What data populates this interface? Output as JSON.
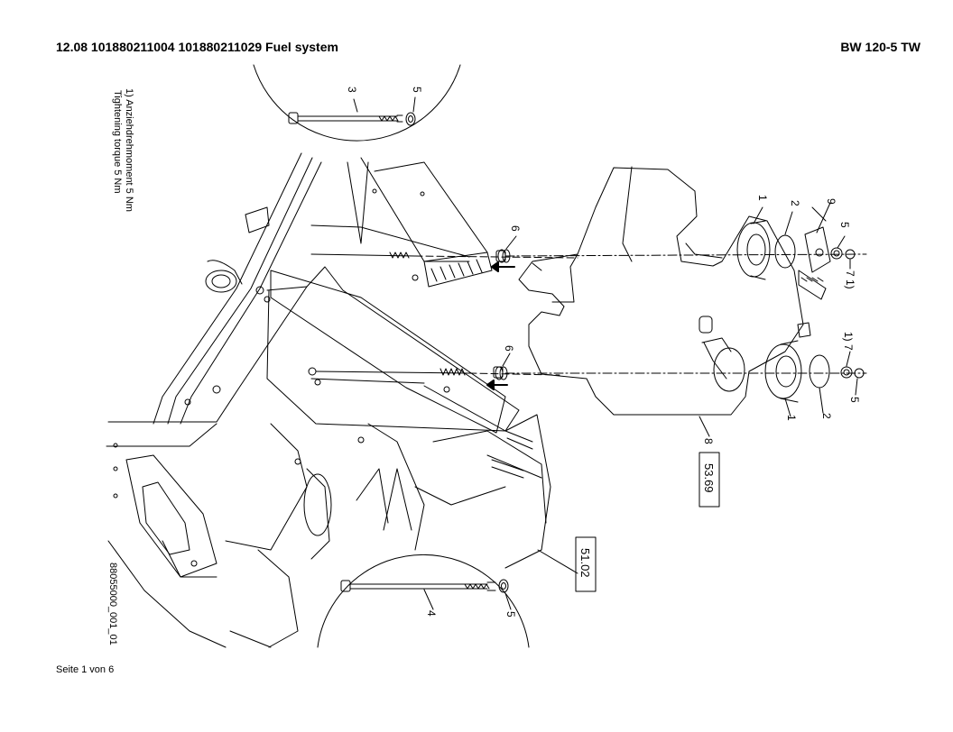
{
  "header": {
    "title": "12.08 101880211004 101880211029 Fuel system",
    "model": "BW 120-5 TW"
  },
  "notes": {
    "line1": "1) Anziehdrehmoment 5 Nm",
    "line2": "Tightening torque 5 Nm"
  },
  "callouts": {
    "c1": "1",
    "c2": "2",
    "c3": "3",
    "c4": "4",
    "c5": "5",
    "c6": "6",
    "c7": "7",
    "c7note": "7 1)",
    "c1note7": "1) 7",
    "c8": "8",
    "c9": "9"
  },
  "refs": {
    "ref_tank": "53.69",
    "ref_frame": "51.02"
  },
  "drawing_id": "88055000_001_01",
  "footer": {
    "page": "Seite 1 von 6"
  }
}
